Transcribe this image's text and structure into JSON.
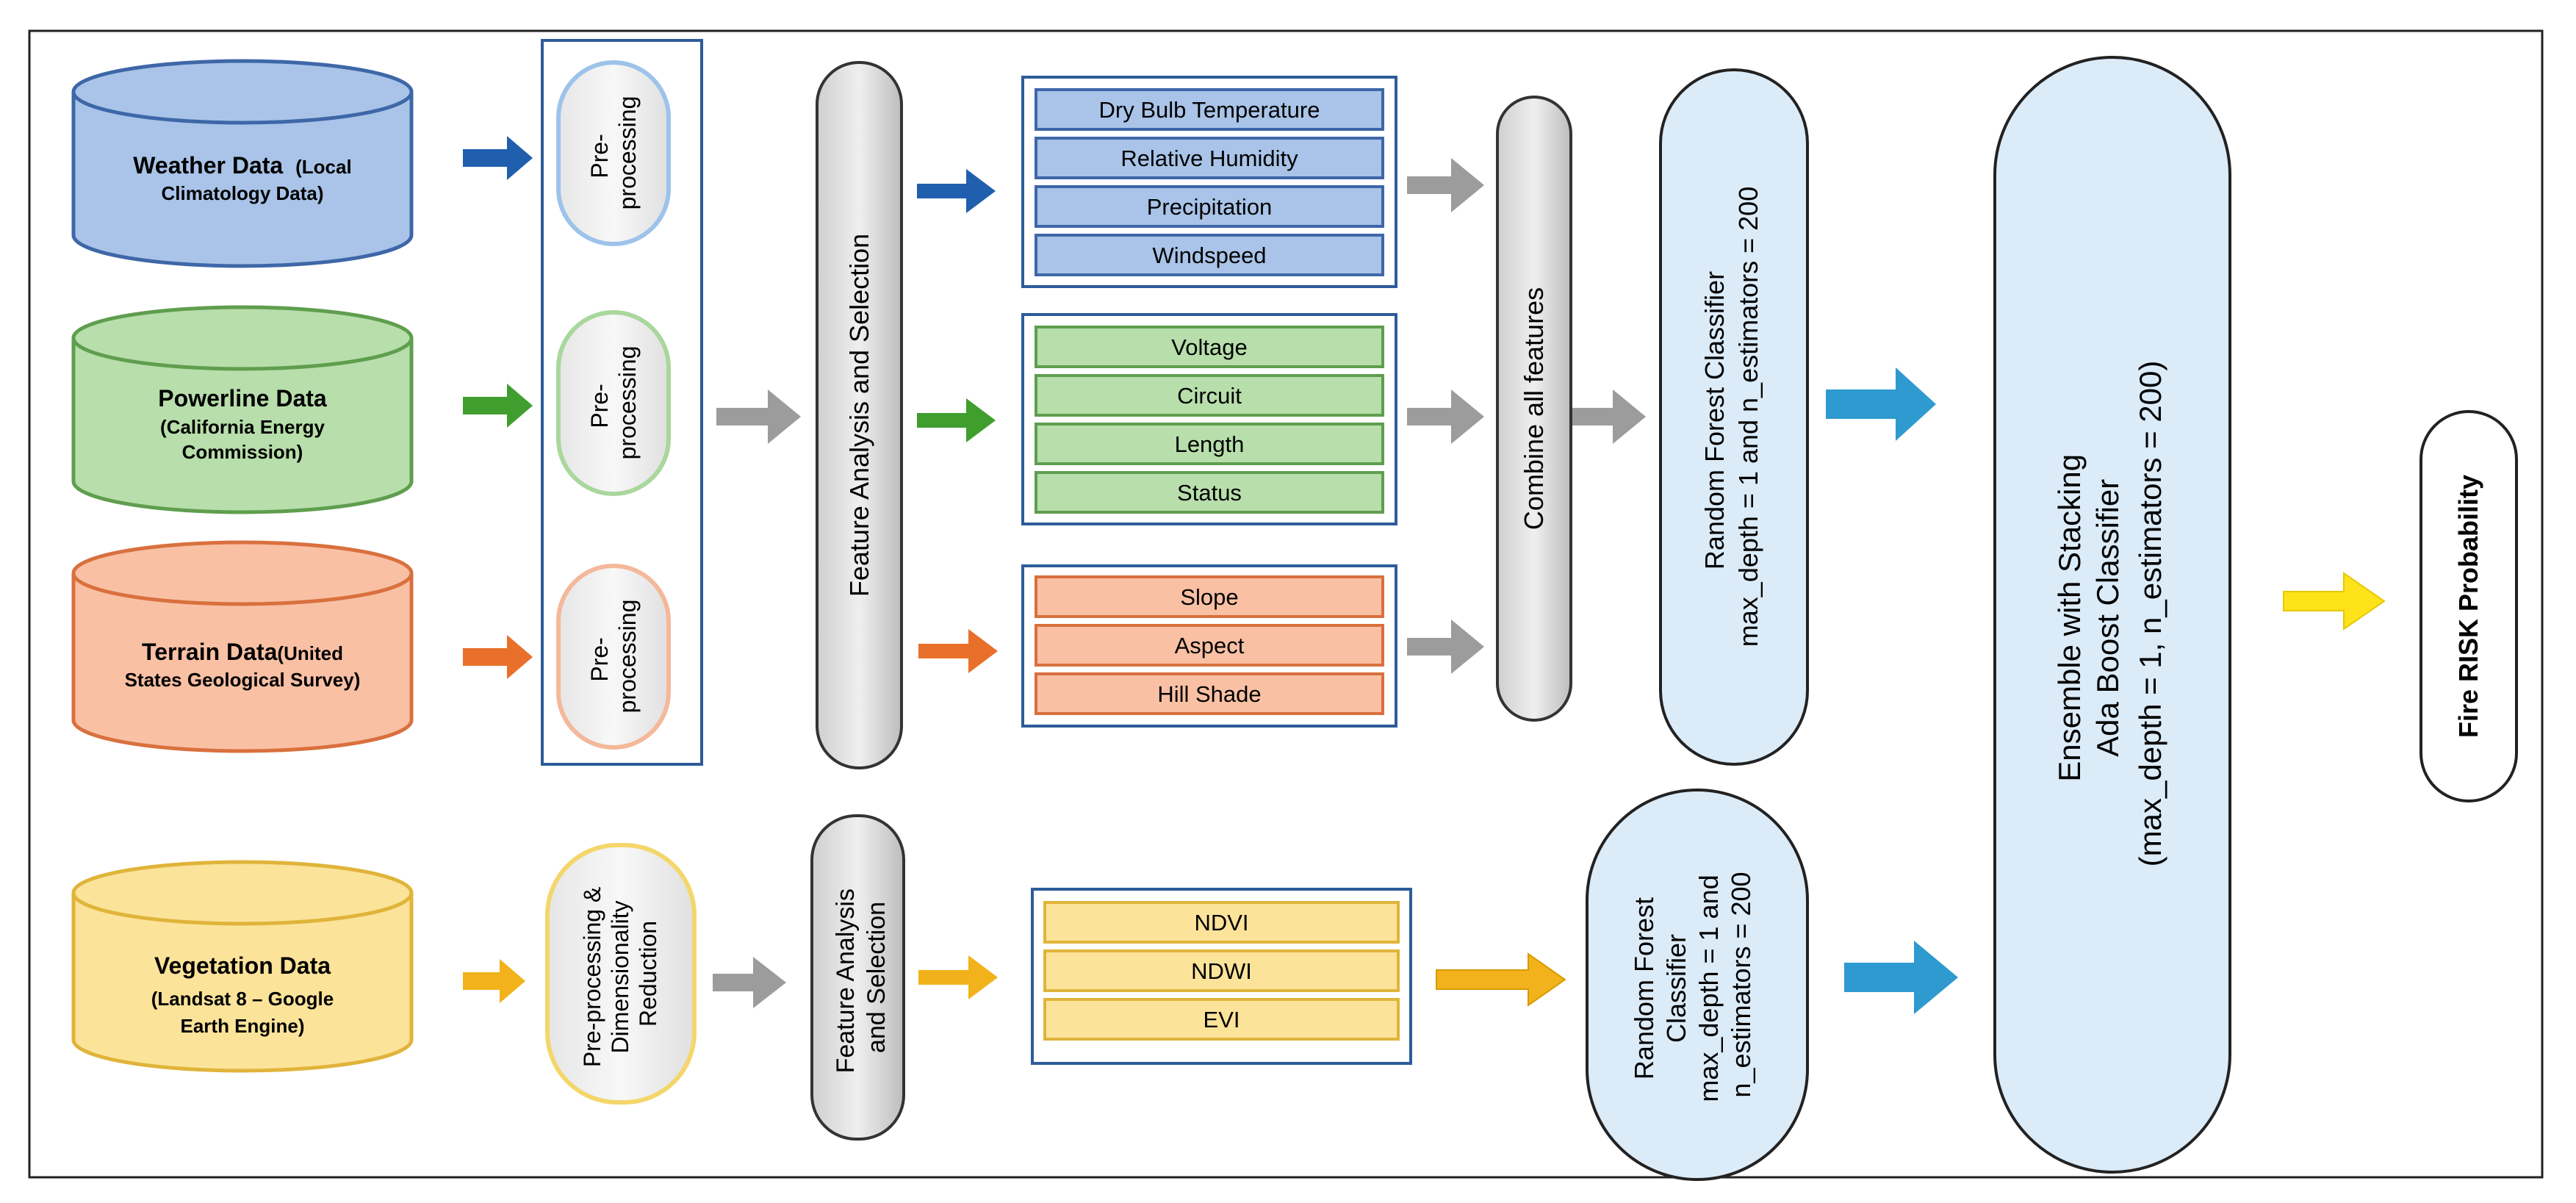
{
  "sources": {
    "weather": {
      "title": "Weather Data",
      "note": "(Local",
      "note2": "Climatology Data)"
    },
    "powerline": {
      "title": "Powerline Data",
      "note": "(California Energy",
      "note2": "Commission)"
    },
    "terrain": {
      "title": "Terrain Data",
      "note": "(United",
      "note2": "States Geological Survey)"
    },
    "vegetation": {
      "title": "Vegetation Data",
      "note": "(Landsat 8 – Google",
      "note2": "Earth Engine)"
    }
  },
  "preprocessing": {
    "pill_line1": "Pre-",
    "pill_line2": "processing",
    "veg_line1": "Pre-processing &",
    "veg_line2": "Dimensionality",
    "veg_line3": "Reduction"
  },
  "feature_selection": {
    "main": "Feature Analysis and Selection",
    "veg_line1": "Feature Analysis",
    "veg_line2": "and Selection"
  },
  "features": {
    "weather": [
      "Dry Bulb Temperature",
      "Relative Humidity",
      "Precipitation",
      "Windspeed"
    ],
    "powerline": [
      "Voltage",
      "Circuit",
      "Length",
      "Status"
    ],
    "terrain": [
      "Slope",
      "Aspect",
      "Hill Shade"
    ],
    "vegetation": [
      "NDVI",
      "NDWI",
      "EVI"
    ]
  },
  "combine": "Combine all features",
  "rf_main": {
    "line1": "Random Forest Classifier",
    "line2": "max_depth = 1 and n_estimators = 200"
  },
  "rf_veg": {
    "line1": "Random Forest",
    "line2": "Classifier",
    "line3": "max_depth = 1 and",
    "line4": "n_estimators = 200"
  },
  "ensemble": {
    "line1": "Ensemble with Stacking",
    "line2": "Ada Boost Classifier",
    "line3": "(max_depth = 1, n_estimators = 200)"
  },
  "output": "Fire RISK Probability",
  "colors": {
    "weather_fill": "#A9C4E8",
    "weather_stroke": "#3E67A8",
    "weather_arrow": "#1F5FAE",
    "powerline_fill": "#B7DEAB",
    "powerline_stroke": "#5F9E4E",
    "powerline_arrow": "#3F9E2E",
    "terrain_fill": "#F9C0A4",
    "terrain_stroke": "#D9703E",
    "terrain_arrow": "#E8702A",
    "vegetation_fill": "#FCE39A",
    "vegetation_stroke": "#E0B43A",
    "vegetation_arrow": "#F2B21B",
    "gray_arrow": "#9C9C9C",
    "classifier_fill": "#DCEBF8",
    "teal_arrow": "#2E9AD0",
    "yellow_arrow": "#FFE31A",
    "frame_blue": "#2D5C9A"
  }
}
